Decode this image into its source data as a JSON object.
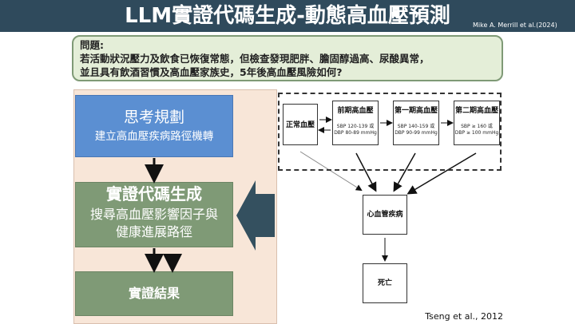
{
  "header": {
    "title": "LLM實證代碼生成-動態高血壓預測",
    "citation": "Mike A. Merrill et al.(2024)"
  },
  "question": {
    "label": "問題:",
    "line1": "若活動狀況壓力及飲食已恢復常態，但檢查發現肥胖、膽固醇過高、尿酸異常，",
    "line2": "並且具有飲酒習慣及高血壓家族史，5年後高血壓風險如何?"
  },
  "steps": {
    "step1": {
      "title": "思考規劃",
      "subtitle": "建立高血壓疾病路徑機轉"
    },
    "step2": {
      "title": "實證代碼生成",
      "subtitle_line1": "搜尋高血壓影響因子與",
      "subtitle_line2": "健康進展路徑"
    },
    "step3": {
      "title": "實證結果"
    }
  },
  "diagram": {
    "normal": {
      "label": "正常血壓"
    },
    "pre": {
      "label": "前期高血壓",
      "sbp": "SBP 120-139 或",
      "dbp": "DBP 80-89 mmHg"
    },
    "stage1": {
      "label": "第一期高血壓",
      "sbp": "SBP 140-159 或",
      "dbp": "DBP 90-99 mmHg"
    },
    "stage2": {
      "label": "第二期高血壓",
      "sbp": "SBP ≥ 160 或",
      "dbp": "DBP ≥ 100 mmHg"
    },
    "cvd": {
      "label": "心血管疾病"
    },
    "death": {
      "label": "死亡"
    }
  },
  "footer_citation": "Tseng et al., 2012",
  "colors": {
    "header_bg": "#2f4a5c",
    "step1_bg": "#5b8fd2",
    "step_green": "#7f9a76",
    "question_bg": "#e4eed8",
    "panel_bg": "#f8e6d8",
    "big_arrow": "#34505f"
  }
}
